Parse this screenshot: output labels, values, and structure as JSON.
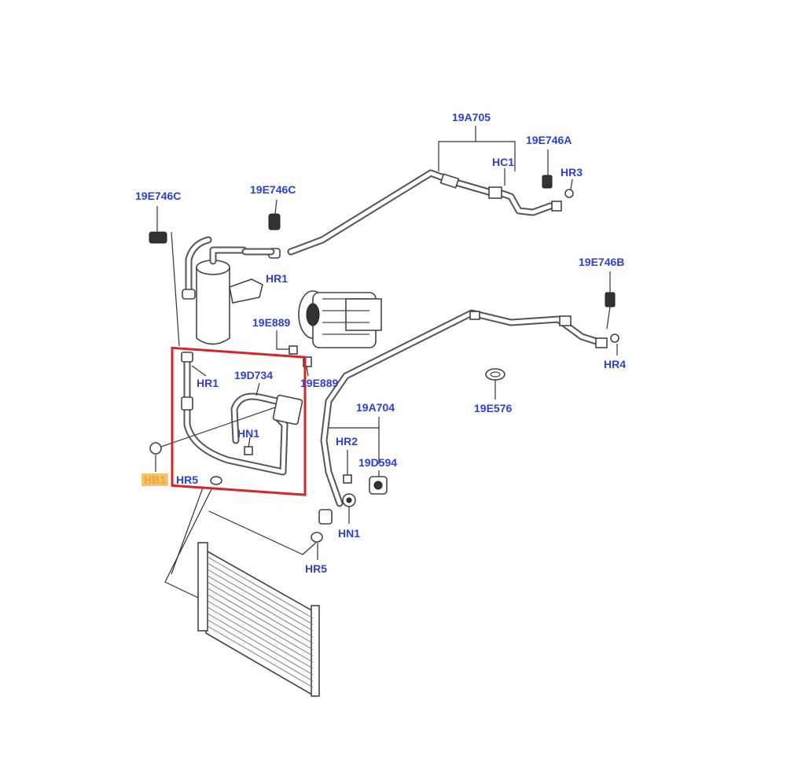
{
  "labels": {
    "l_19a705": "19A705",
    "l_19e746a": "19E746A",
    "l_hc1": "HC1",
    "l_hr3": "HR3",
    "l_19e746c_left": "19E746C",
    "l_19e746c_mid": "19E746C",
    "l_hr1_top": "HR1",
    "l_19e746b": "19E746B",
    "l_19e889_top": "19E889",
    "l_hr4": "HR4",
    "l_hr1_low": "HR1",
    "l_19d734": "19D734",
    "l_19e889_low": "19E889",
    "l_19a704": "19A704",
    "l_19e576": "19E576",
    "l_hn1_mid": "HN1",
    "l_hr2": "HR2",
    "l_19d594": "19D594",
    "l_hb1": "HB1",
    "l_hr5_left": "HR5",
    "l_hn1_low": "HN1",
    "l_hr5_low": "HR5"
  },
  "highlight": {
    "box_color": "#d9252a",
    "label_color": "#2b3fe0",
    "hb1_bg": "#f7c26a"
  }
}
